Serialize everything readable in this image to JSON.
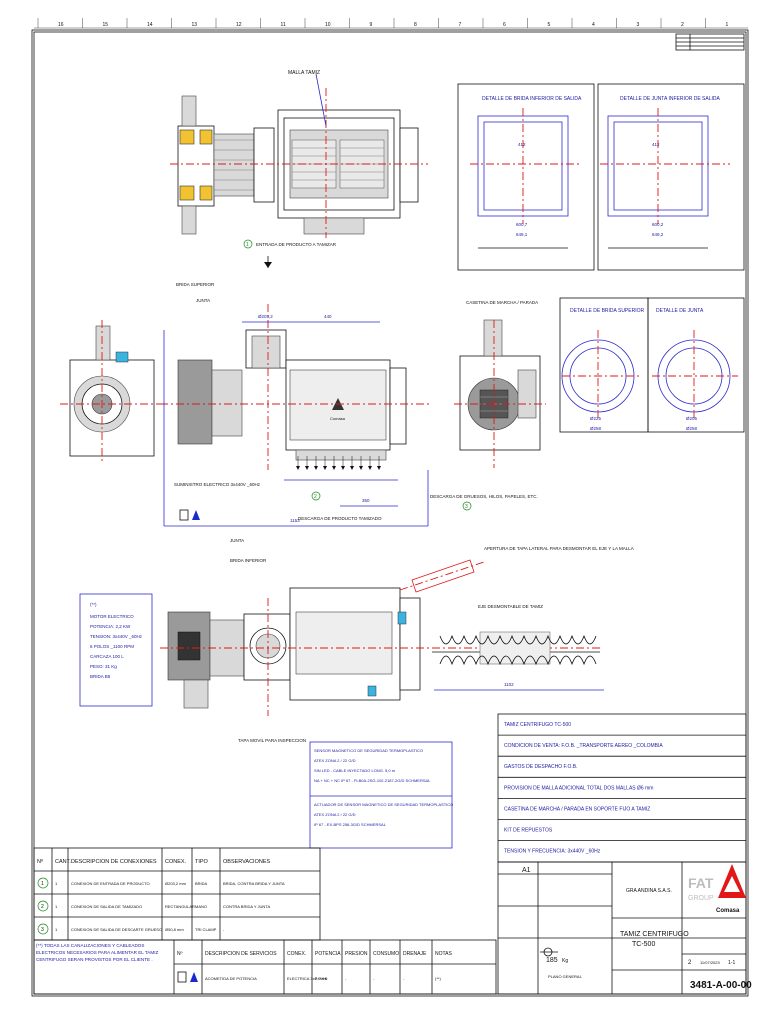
{
  "top_ruler": [
    "16",
    "15",
    "14",
    "13",
    "12",
    "11",
    "10",
    "9",
    "8",
    "7",
    "6",
    "5",
    "4",
    "3",
    "2",
    "1"
  ],
  "labels": {
    "malla_tamiz": "MALLA TAMIZ",
    "entrada_producto": "ENTRADA DE PRODUCTO A TAMIZAR",
    "brida_superior": "BRIDA SUPERIOR",
    "junta": "JUNTA",
    "suministro_electrico": "SUMINISTRO ELECTRICO 3x440V _60Hz",
    "descarga_producto": "DESCARGA DE PRODUCTO TAMIZADO",
    "descarga_gruesos": "DESCARGA DE GRUESOS, HILOS, PAPELES, ETC.",
    "junta_inf": "JUNTA",
    "brida_inferior": "BRIDA INFERIOR",
    "apertura_tapa": "APERTURA DE TAPA LATERAL PARA DESMONTAR EL EJE Y LA MALLA",
    "eje_desmontable": "EJE DESMONTABLE DE TAMIZ",
    "tapa_movil": "TAPA MOVIL PARA INSPECCION",
    "botonera": "CASETINA DE MARCHA / PARADA",
    "detalle_brida_inferior": "DETALLE DE BRIDA INFERIOR DE SALIDA",
    "detalle_junta_inferior": "DETALLE DE JUNTA INFERIOR DE SALIDA",
    "detalle_brida_superior": "DETALLE DE BRIDA SUPERIOR",
    "detalle_junta": "DETALLE DE JUNTA",
    "brand_logo": "Comasa"
  },
  "dims": {
    "d_440": "440",
    "d_1153": "1153",
    "d_1102": "1102",
    "d_350": "350",
    "d_600_7": "600,7",
    "d_649_1": "649,1",
    "d_600_2": "600,2",
    "d_649_2": "649,2",
    "d_412": "412",
    "d_412b": "412",
    "d_225": "Ø225",
    "d_258": "Ø258",
    "d_205": "Ø205",
    "d_258b": "Ø258",
    "d_phi_203": "Ø203,2"
  },
  "motor_note": {
    "title": "(**)",
    "lines": [
      "MOTOR ELECTRICO",
      "POTENCIA: 2,2 KW",
      "TENSION: 3x440V _60Hz",
      "6 POLOS _1100 RPM",
      "CARCAZA 100 L",
      "PESO: 31 Kg",
      "BRIDA B5"
    ]
  },
  "sensor_note": {
    "block1": [
      "SENSOR MAGNETICO DE SEGURIDAD TERMOPLASTICO",
      "ATEX ZONA 2 / 22 G/D",
      "SIN LED - CABLE INYECTADO LONG. 5,0 m",
      "NA + NC + NC IP 67 - FLB0A-2SG-102-2187-2G/D SCHMERSAL"
    ],
    "block2": [
      "ACTUADOR DE SENSOR MAGNETICO DE SEGURIDAD TERMOPLASTICO",
      "ATEX ZONA 2 / 22 G/D",
      "IP 67 - EX-BPS 256-3G/D SCHMERSAL"
    ]
  },
  "spec_list": [
    "TAMIZ CENTRIFUGO TC-500",
    "CONDICION DE VENTA: F.O.B. _TRANSPORTE AEREO _COLOMBIA",
    "GASTOS DE DESPACHO F.O.B.",
    "PROVISION DE MALLA ADICIONAL TOTAL DOS MALLAS Ø6 mm",
    "CASETINA DE MARCHA / PARADA EN SOPORTE FIJO A TAMIZ",
    "KIT DE REPUESTOS",
    "TENSION Y FRECUENCIA: 3x440V _60Hz"
  ],
  "connections": {
    "headers": [
      "Nº",
      "CANT.",
      "DESCRIPCION DE CONEXIONES",
      "CONEX.",
      "TIPO",
      "OBSERVACIONES"
    ],
    "rows": [
      [
        "1",
        "1",
        "CONEXION DE ENTRADA DE PRODUCTO",
        "Ø203,2 mm",
        "BRIDA",
        "BRIDA, CONTRA BRIDA Y JUNTA"
      ],
      [
        "2",
        "1",
        "CONEXION DE SALIDA DE TAMIZADO",
        "RECTANGULAR",
        "MANO",
        "CONTRA BRIDA Y JUNTA"
      ],
      [
        "3",
        "1",
        "CONEXION DE SALIDA DE DESCARTE GRUESO",
        "Ø50,8 mm",
        "TRI CLAMP",
        "-"
      ]
    ]
  },
  "services": {
    "note": "(**) TODAS LAS CANALIZACIONES Y CABLEADOS ELECTRICOS NECESARIOS PARA ALIMENTAR EL TAMIZ CENTRIFUGO SERAN PROVISTOS POR EL CLIENTE .",
    "headers": [
      "Nº",
      "DESCRIPCION DE SERVICIOS",
      "CONEX.",
      "POTENCIA",
      "PRESION",
      "CONSUMO",
      "DRENAJE",
      "NOTAS"
    ],
    "row": [
      "",
      "ACOMETIDA DE POTENCIA",
      "ELECTRICA 3xP+N+E",
      "2,2 Kw",
      "-",
      "-",
      "-",
      "(**)"
    ]
  },
  "title_block": {
    "format": "A1",
    "client": "GRA ANDINA S.A.S.",
    "title": "TAMIZ CENTRIFUGO",
    "model": "TC-500",
    "weight": "185",
    "weight_unit": "Kg",
    "sheet_no": "2",
    "date": "11/07/2023",
    "sheet": "1-1",
    "drawing_number": "3481-A-00-00",
    "company_logo_a": "FAT",
    "company_logo_b": "GROUP",
    "brand": "Comasa",
    "general_label": "PLANO GENERAL"
  }
}
